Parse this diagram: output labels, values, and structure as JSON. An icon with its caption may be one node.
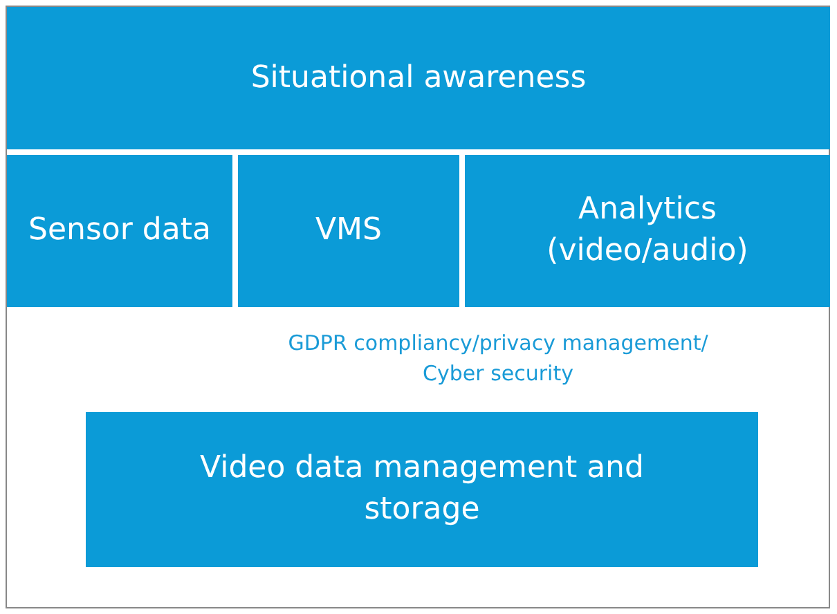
{
  "diagram": {
    "nodes": [
      {
        "text": [
          "Situational awareness"
        ]
      },
      {
        "text": [
          "Sensor data"
        ]
      },
      {
        "text": [
          "VMS"
        ]
      },
      {
        "text": [
          "Analytics (video/audio)"
        ]
      },
      {
        "text": [
          "Video data management and storage"
        ]
      }
    ],
    "labels": [
      "GDPR compliancy/privacy management/ Cyber security"
    ]
  }
}
